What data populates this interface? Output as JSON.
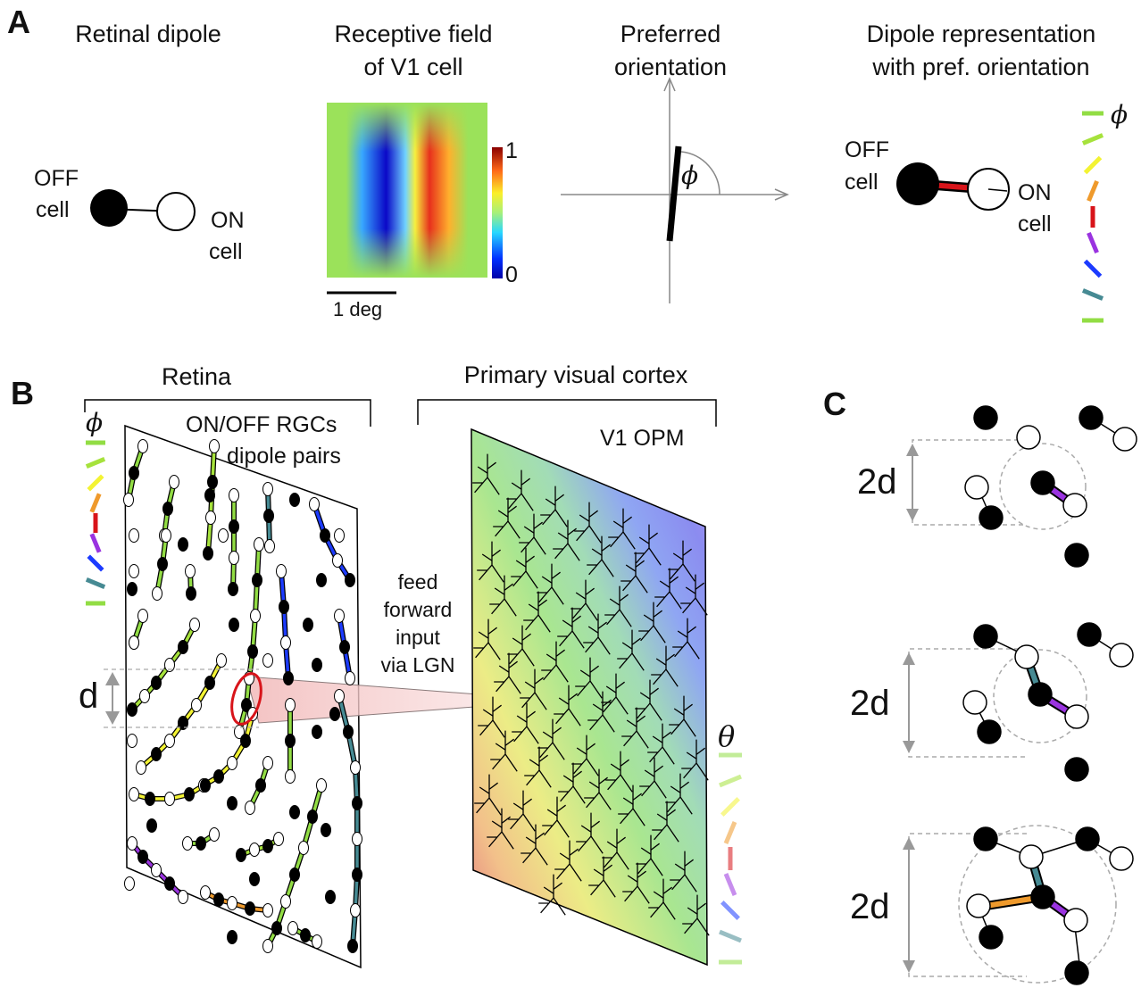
{
  "panelA": {
    "label": "A",
    "titles": {
      "retinal_dipole": "Retinal dipole",
      "rf_line1": "Receptive field",
      "rf_line2": "of V1 cell",
      "pref_line1": "Preferred",
      "pref_line2": "orientation",
      "dipole_line1": "Dipole representation",
      "dipole_line2": "with pref. orientation"
    },
    "off_cell_line1": "OFF",
    "off_cell_line2": "cell",
    "on_cell_line1": "ON",
    "on_cell_line2": "cell",
    "colorbar_max": "1",
    "colorbar_min": "0",
    "scale_bar": "1 deg",
    "phi": "ϕ"
  },
  "panelB": {
    "label": "B",
    "retina": "Retina",
    "cortex": "Primary visual cortex",
    "rgc_line1": "ON/OFF RGCs",
    "rgc_line2": "dipole pairs",
    "opm": "V1 OPM",
    "ff_line1": "feed",
    "ff_line2": "forward",
    "ff_line3": "input",
    "ff_line4": "via LGN",
    "d": "d",
    "phi": "ϕ",
    "theta": "θ"
  },
  "panelC": {
    "label": "C",
    "dist1": "2d",
    "dist2": "2d",
    "dist3": "2d"
  },
  "colors": {
    "orientation_bars": [
      "#92dd44",
      "#a6e23c",
      "#f3f333",
      "#ef9a2c",
      "#d8141a",
      "#9a33e0",
      "#1c3bff",
      "#468a93",
      "#92dd44"
    ],
    "off_cell": "#000000",
    "on_cell": "#ffffff"
  }
}
